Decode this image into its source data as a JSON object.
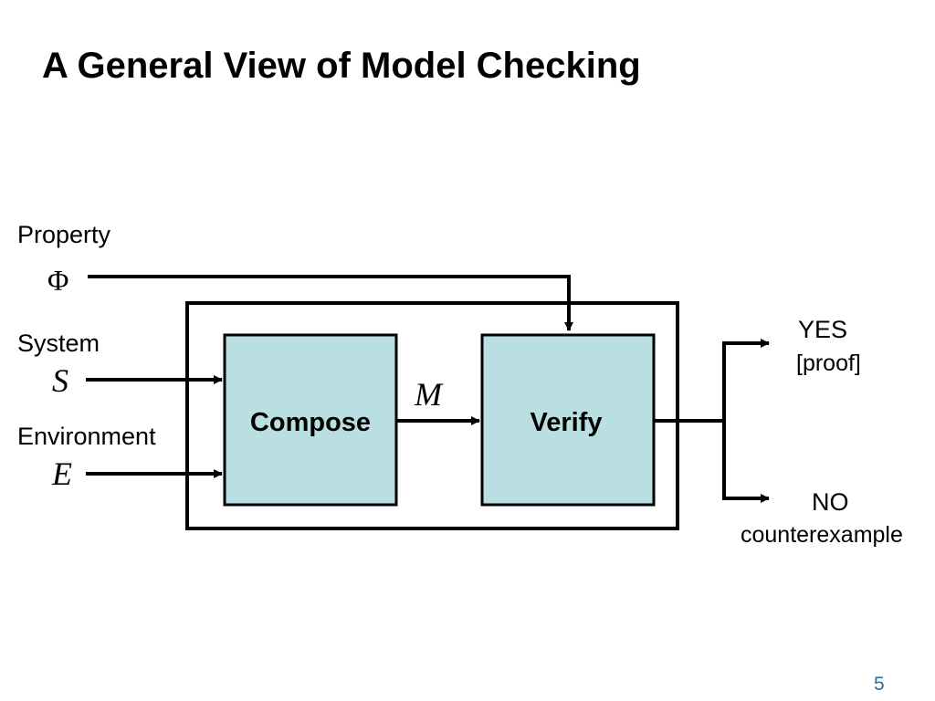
{
  "slide": {
    "title": "A General View of Model Checking",
    "page_number": "5"
  },
  "diagram": {
    "inputs": {
      "property_label": "Property",
      "property_symbol": "Φ",
      "system_label": "System",
      "system_symbol": "S",
      "environment_label": "Environment",
      "environment_symbol": "E"
    },
    "boxes": {
      "compose_label": "Compose",
      "verify_label": "Verify"
    },
    "intermediate_symbol": "M",
    "outputs": {
      "yes_label": "YES",
      "yes_detail": "[proof]",
      "no_label": "NO",
      "no_detail": "counterexample"
    },
    "colors": {
      "box_fill": "#b9dfe3",
      "stroke": "#000000",
      "page_number": "#2a6f9a"
    }
  }
}
